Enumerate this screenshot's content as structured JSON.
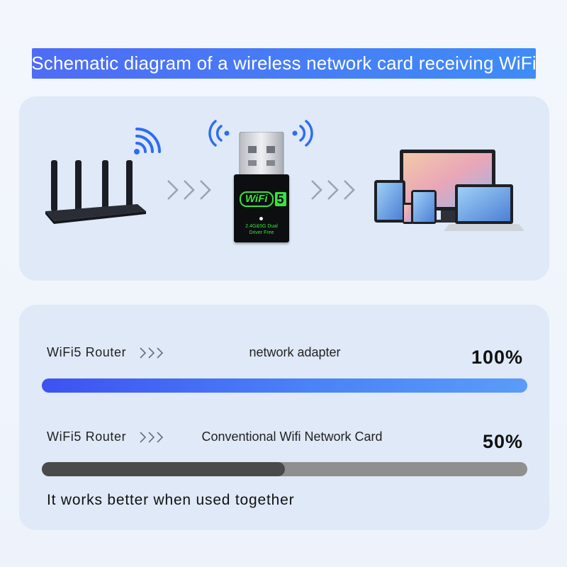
{
  "header": {
    "title": "Schematic diagram of a wireless network card receiving WiFi"
  },
  "adapter": {
    "logo_text": "WiFi",
    "logo_number": "5",
    "spec_line1": "2.4G&5G Dual",
    "spec_line2": "Driver Free"
  },
  "comparison": {
    "rows": [
      {
        "left_label": "WiFi5 Router",
        "center_label": "network adapter",
        "percent_label": "100%",
        "progress": 1.0,
        "fill_color": "#3e52f2"
      },
      {
        "left_label": "WiFi5 Router",
        "center_label": "Conventional Wifi Network Card",
        "percent_label": "50%",
        "progress": 0.5,
        "fill_color": "#4a4a4a"
      }
    ],
    "footer_text": "It works better when used together"
  },
  "colors": {
    "accent": "#4e6cf5",
    "panel": "#dfe9f8",
    "wifi_icon": "#2f6cf0",
    "adapter_green": "#38e23f"
  }
}
